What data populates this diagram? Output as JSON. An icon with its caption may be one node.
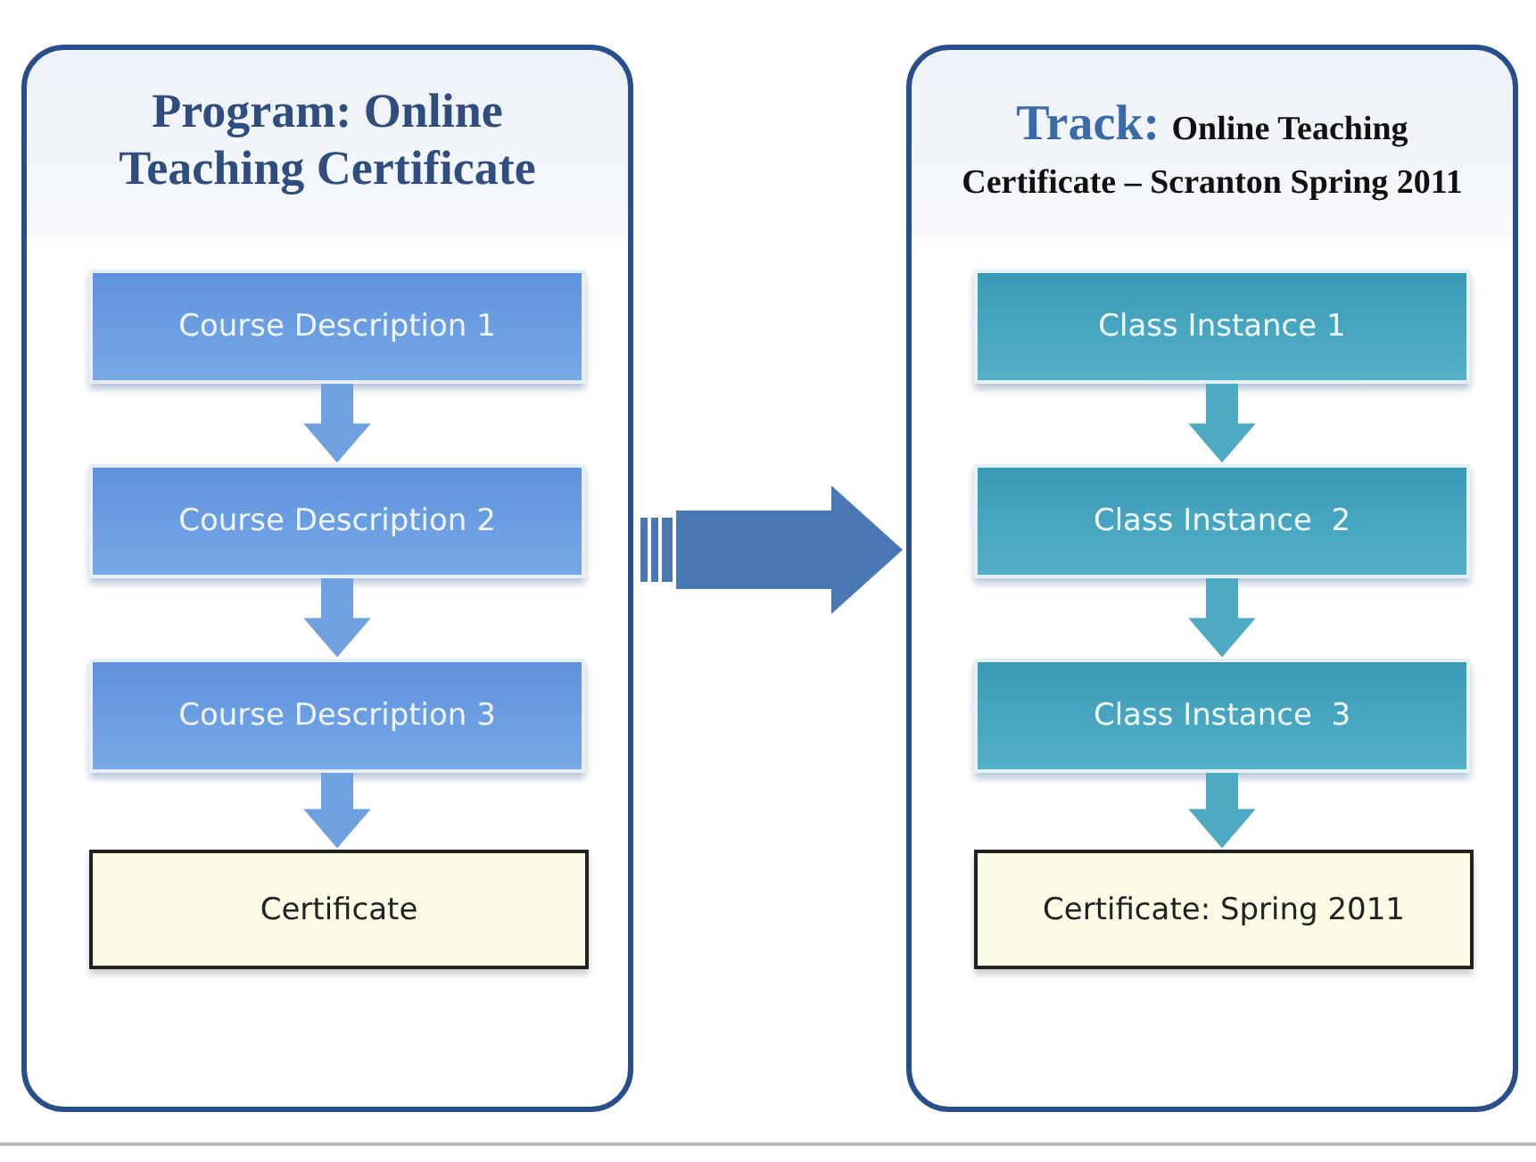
{
  "diagram": {
    "nodes": [
      {
        "text": [
          "Program: Online Teaching Certificate"
        ]
      },
      {
        "text": [
          "Course Description 1"
        ],
        "in": 0
      },
      {
        "text": [
          "Course Description 2"
        ],
        "in": 0
      },
      {
        "text": [
          "Course Description 3"
        ],
        "in": 0
      },
      {
        "text": [
          "Certificate"
        ],
        "in": 0
      },
      {
        "text": [
          "Track:",
          "Online Teaching Certificate – Scranton Spring 2011"
        ]
      },
      {
        "text": [
          "Class Instance 1"
        ],
        "in": 5
      },
      {
        "text": [
          "Class Instance  2"
        ],
        "in": 5
      },
      {
        "text": [
          "Class Instance  3"
        ],
        "in": 5
      },
      {
        "text": [
          "Certificate: Spring 2011"
        ],
        "in": 5
      }
    ],
    "edges": [
      {
        "from": 1,
        "to": 2,
        "arrow": "to"
      },
      {
        "from": 2,
        "to": 3,
        "arrow": "to"
      },
      {
        "from": 3,
        "to": 4,
        "arrow": "to"
      },
      {
        "from": 6,
        "to": 7,
        "arrow": "to",
        "color": "#4ea9c2"
      },
      {
        "from": 7,
        "to": 8,
        "arrow": "to",
        "color": "#4ea9c2"
      },
      {
        "from": 8,
        "to": 9,
        "arrow": "to",
        "color": "#4ea9c2"
      },
      {
        "from": 0,
        "to": 5,
        "arrow": "to",
        "style": "thick",
        "color": "#4a78b5"
      }
    ]
  }
}
